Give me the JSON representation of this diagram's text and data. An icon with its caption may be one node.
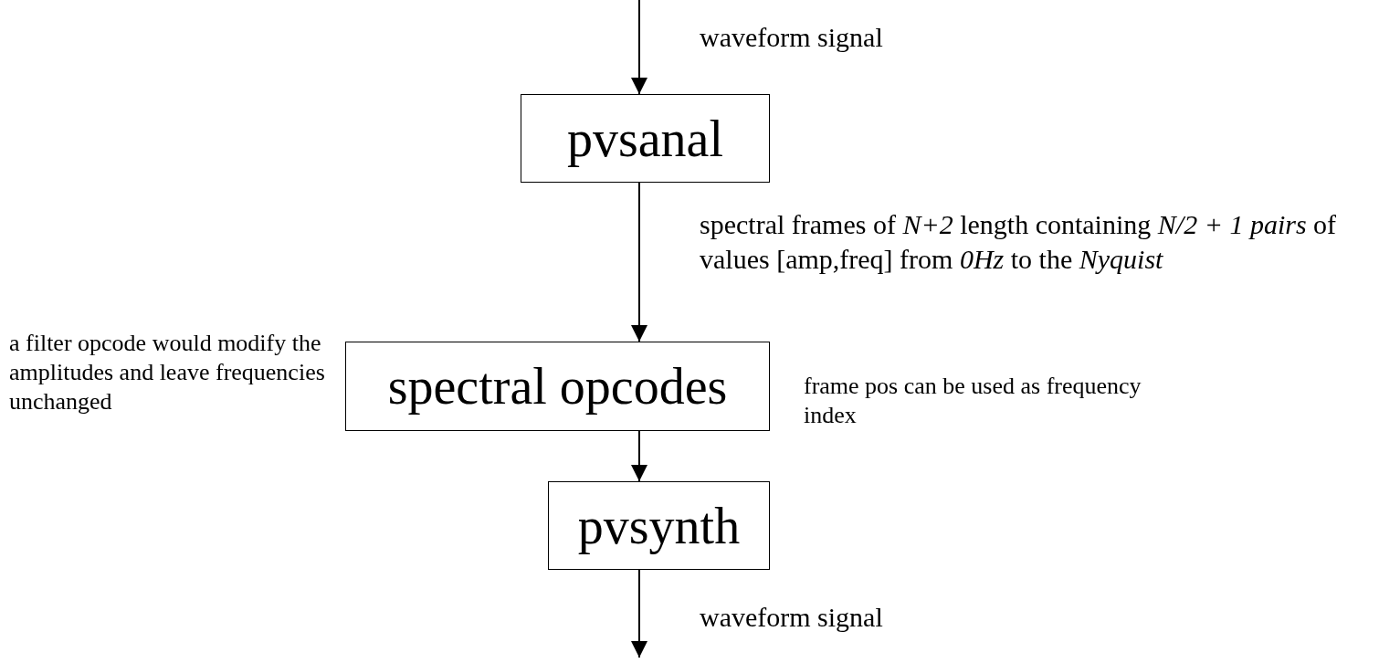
{
  "diagram": {
    "nodes": [
      {
        "text": [
          "pvsanal"
        ]
      },
      {
        "text": [
          "spectral opcodes"
        ],
        "beside": [
          "a filter opcode would modify the amplitudes and leave frequencies unchanged",
          "frame pos can be used as frequency index"
        ]
      },
      {
        "text": [
          "pvsynth"
        ]
      }
    ],
    "edges": [
      {
        "from": null,
        "to": 0,
        "arrow": "to",
        "label": "waveform signal"
      },
      {
        "from": 0,
        "to": 1,
        "arrow": "to",
        "label": "spectral frames of *N+2* length containing *N/2 + 1 pairs* of values [amp,freq] from *0Hz* to the *Nyquist*"
      },
      {
        "from": 1,
        "to": 2,
        "arrow": "to"
      },
      {
        "from": 2,
        "to": null,
        "arrow": "to",
        "label": "waveform signal"
      }
    ]
  }
}
